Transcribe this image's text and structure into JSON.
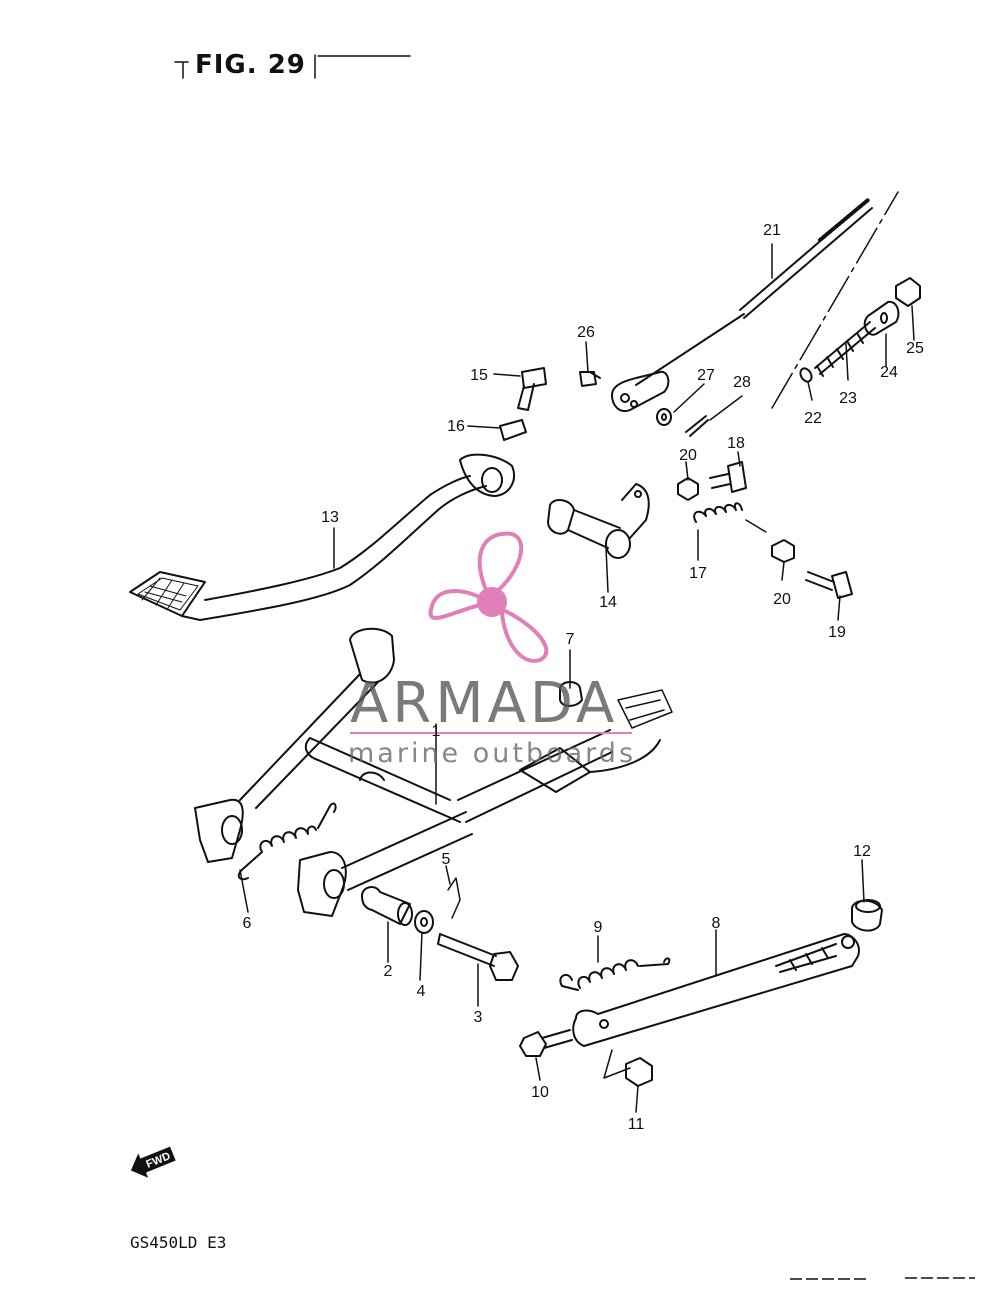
{
  "figure": {
    "title": "FIG. 29"
  },
  "model": {
    "code": "GS450LD  E3"
  },
  "direction_badge": {
    "label": "FWD",
    "icon": "forward-arrow-icon"
  },
  "watermark": {
    "brand": "ARMADA",
    "tagline": "marine outboards",
    "accent_color": "#e07fb8",
    "icon": "propeller-icon"
  },
  "callouts": [
    "1",
    "2",
    "3",
    "4",
    "5",
    "6",
    "7",
    "8",
    "9",
    "10",
    "11",
    "12",
    "13",
    "14",
    "15",
    "16",
    "17",
    "18",
    "19",
    "20",
    "20",
    "21",
    "22",
    "23",
    "24",
    "25",
    "26",
    "27",
    "28"
  ]
}
